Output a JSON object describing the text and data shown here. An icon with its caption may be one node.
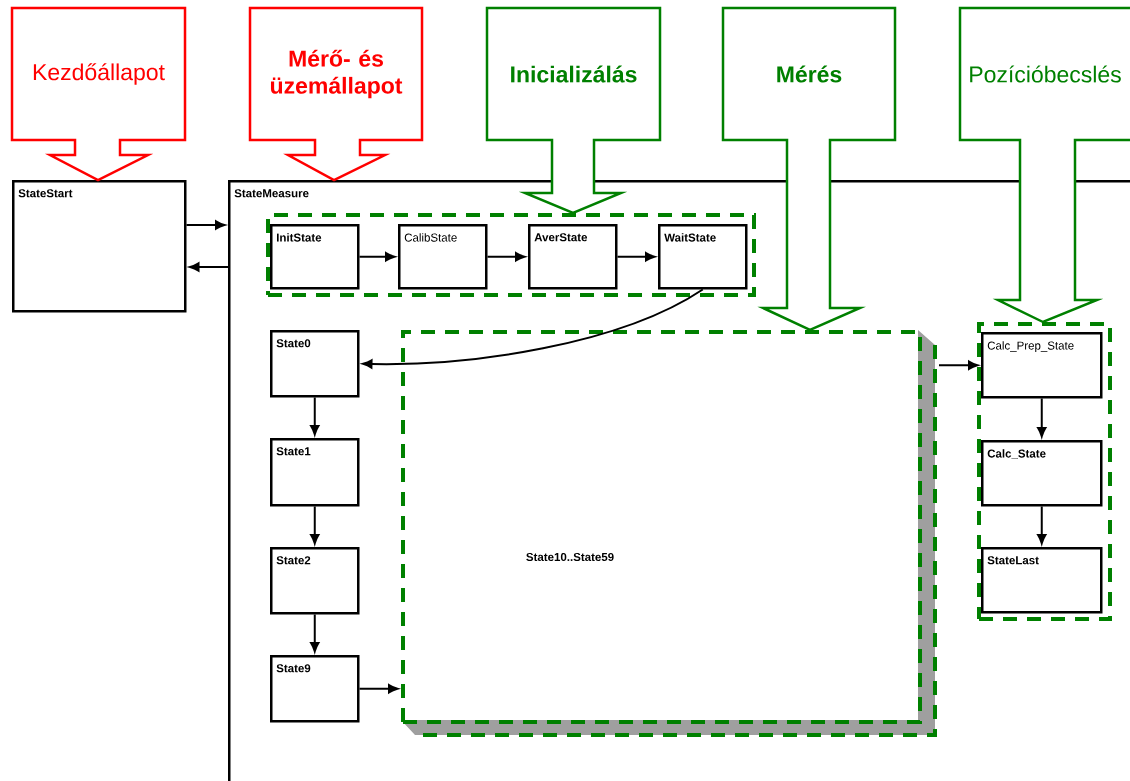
{
  "diagram": {
    "nodes": [
      {
        "text": [
          "Kezdőállapot"
        ]
      },
      {
        "text": [
          "Mérő- és üzemállapot"
        ]
      },
      {
        "text": [
          "Inicializálás"
        ]
      },
      {
        "text": [
          "Mérés"
        ]
      },
      {
        "text": [
          "Pozícióbecslés"
        ]
      },
      {
        "text": [
          "StateStart"
        ]
      },
      {
        "text": [
          "StateMeasure"
        ]
      },
      {
        "text": [],
        "shape": "box",
        "in": 6
      },
      {
        "text": [
          "InitState"
        ],
        "in": 7
      },
      {
        "text": [
          "CalibState"
        ],
        "in": 7
      },
      {
        "text": [
          "AverState"
        ],
        "in": 7
      },
      {
        "text": [
          "WaitState"
        ],
        "in": 7
      },
      {
        "text": [
          "State0"
        ],
        "in": 6
      },
      {
        "text": [
          "State1"
        ],
        "in": 6
      },
      {
        "text": [
          "State2"
        ],
        "in": 6
      },
      {
        "text": [
          "State9"
        ],
        "in": 6
      },
      {
        "text": [
          "State10..State59"
        ],
        "in": 6
      },
      {
        "text": [],
        "shape": "box",
        "in": 6
      },
      {
        "text": [
          "Calc_Prep_State"
        ],
        "in": 17
      },
      {
        "text": [
          "Calc_State"
        ],
        "in": 17
      },
      {
        "text": [
          "StateLast"
        ],
        "in": 17
      }
    ],
    "edges": [
      {
        "from": 5,
        "to": 6,
        "arrow": "to"
      },
      {
        "from": 6,
        "to": 5,
        "arrow": "to"
      },
      {
        "from": 8,
        "to": 9,
        "arrow": "to"
      },
      {
        "from": 9,
        "to": 10,
        "arrow": "to"
      },
      {
        "from": 10,
        "to": 11,
        "arrow": "to"
      },
      {
        "from": 11,
        "to": 12,
        "arrow": "to"
      },
      {
        "from": 12,
        "to": 13,
        "arrow": "to"
      },
      {
        "from": 13,
        "to": 14,
        "arrow": "to"
      },
      {
        "from": 14,
        "to": 15,
        "arrow": "to"
      },
      {
        "from": 15,
        "to": 16,
        "arrow": "to"
      },
      {
        "from": 16,
        "to": 18,
        "arrow": "to"
      },
      {
        "from": 18,
        "to": 19,
        "arrow": "to"
      },
      {
        "from": 19,
        "to": 20,
        "arrow": "to"
      }
    ]
  }
}
